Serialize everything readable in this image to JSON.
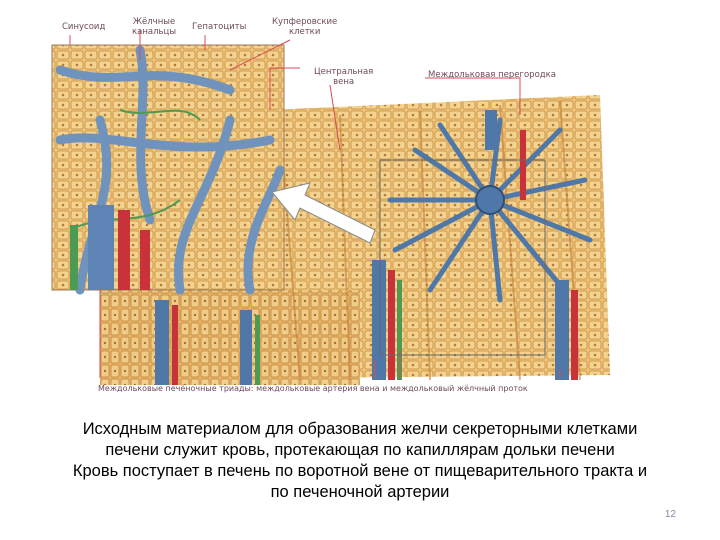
{
  "figure": {
    "labels": {
      "sinusoid": "Синусоид",
      "bile_ducts": "Жёлчные\nканальцы",
      "hepatocytes": "Гепатоциты",
      "kupffer_cells": "Купферовские\nклетки",
      "central_vein": "Центральная\nвена",
      "interlobular_septum": "Междольковая перегородка",
      "bottom_legend": "Междольковые печёночные триады: междольковые артерия  вена и междольковый жёлчный проток"
    }
  },
  "caption": {
    "line1": "Исходным материалом для образования желчи секреторными клетками",
    "line2": "печени служит кровь, протекающая по капиллярам дольки печени",
    "line3": "Кровь поступает в печень по воротной вене от пищеварительного тракта и",
    "line4": "по печеночной артерии"
  },
  "page_number": "12",
  "colors": {
    "parenchyma": "#e8b867",
    "parenchyma_light": "#f2d79a",
    "vein_blue": "#8aaac8",
    "artery_red": "#c8323a",
    "bile_green": "#4d9a55",
    "label_text": "#6e4a5a",
    "leader_line": "#d94b57",
    "page_number": "#7c8aa6"
  }
}
